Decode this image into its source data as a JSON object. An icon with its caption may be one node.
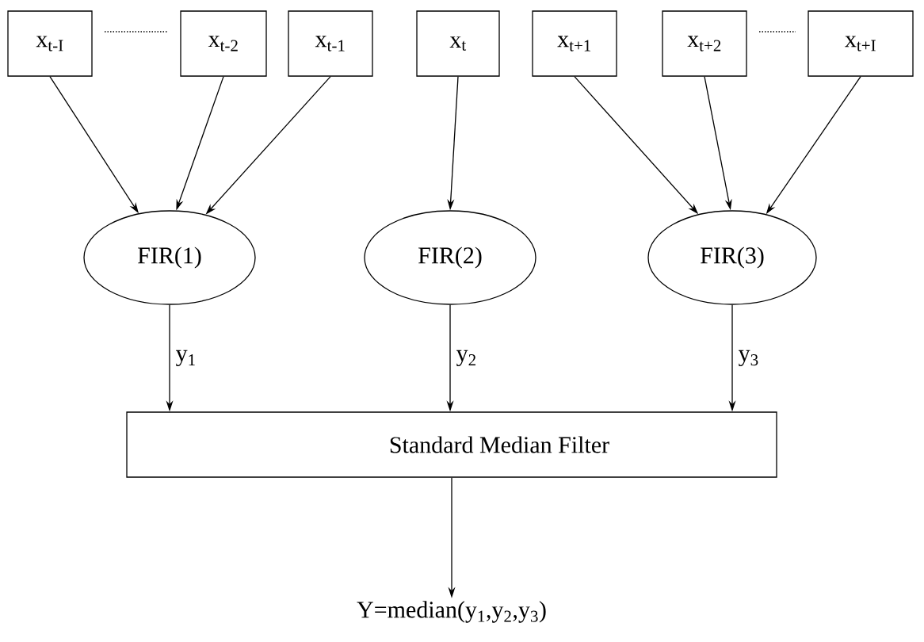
{
  "diagram": {
    "nodes": [
      {
        "text": [
          "x$_{t-I}$"
        ]
      },
      {
        "text": [
          "x$_{t-2}$"
        ]
      },
      {
        "text": [
          "x$_{t-1}$"
        ]
      },
      {
        "text": [
          "x$_{t}$"
        ]
      },
      {
        "text": [
          "x$_{t+1}$"
        ]
      },
      {
        "text": [
          "x$_{t+2}$"
        ]
      },
      {
        "text": [
          "x$_{t+I}$"
        ]
      },
      {
        "text": [
          "FIR(1)"
        ]
      },
      {
        "text": [
          "FIR(2)"
        ]
      },
      {
        "text": [
          "FIR(3)"
        ]
      },
      {
        "text": [
          "Standard Median Filter"
        ]
      },
      {
        "text": [
          "Y=median(y$_{1}$,y$_{2}$,y$_{3}$)"
        ]
      }
    ],
    "edges": [
      {
        "from": 0,
        "to": 7,
        "arrow": "to"
      },
      {
        "from": 1,
        "to": 7,
        "arrow": "to"
      },
      {
        "from": 2,
        "to": 7,
        "arrow": "to"
      },
      {
        "from": 3,
        "to": 8,
        "arrow": "to"
      },
      {
        "from": 4,
        "to": 9,
        "arrow": "to"
      },
      {
        "from": 5,
        "to": 9,
        "arrow": "to"
      },
      {
        "from": 6,
        "to": 9,
        "arrow": "to"
      },
      {
        "from": 7,
        "to": 10,
        "arrow": "to",
        "label": "y$_{1}$"
      },
      {
        "from": 8,
        "to": 10,
        "arrow": "to",
        "label": "y$_{2}$"
      },
      {
        "from": 9,
        "to": 10,
        "arrow": "to",
        "label": "y$_{3}$"
      },
      {
        "from": 10,
        "to": 11,
        "arrow": "to"
      }
    ]
  }
}
